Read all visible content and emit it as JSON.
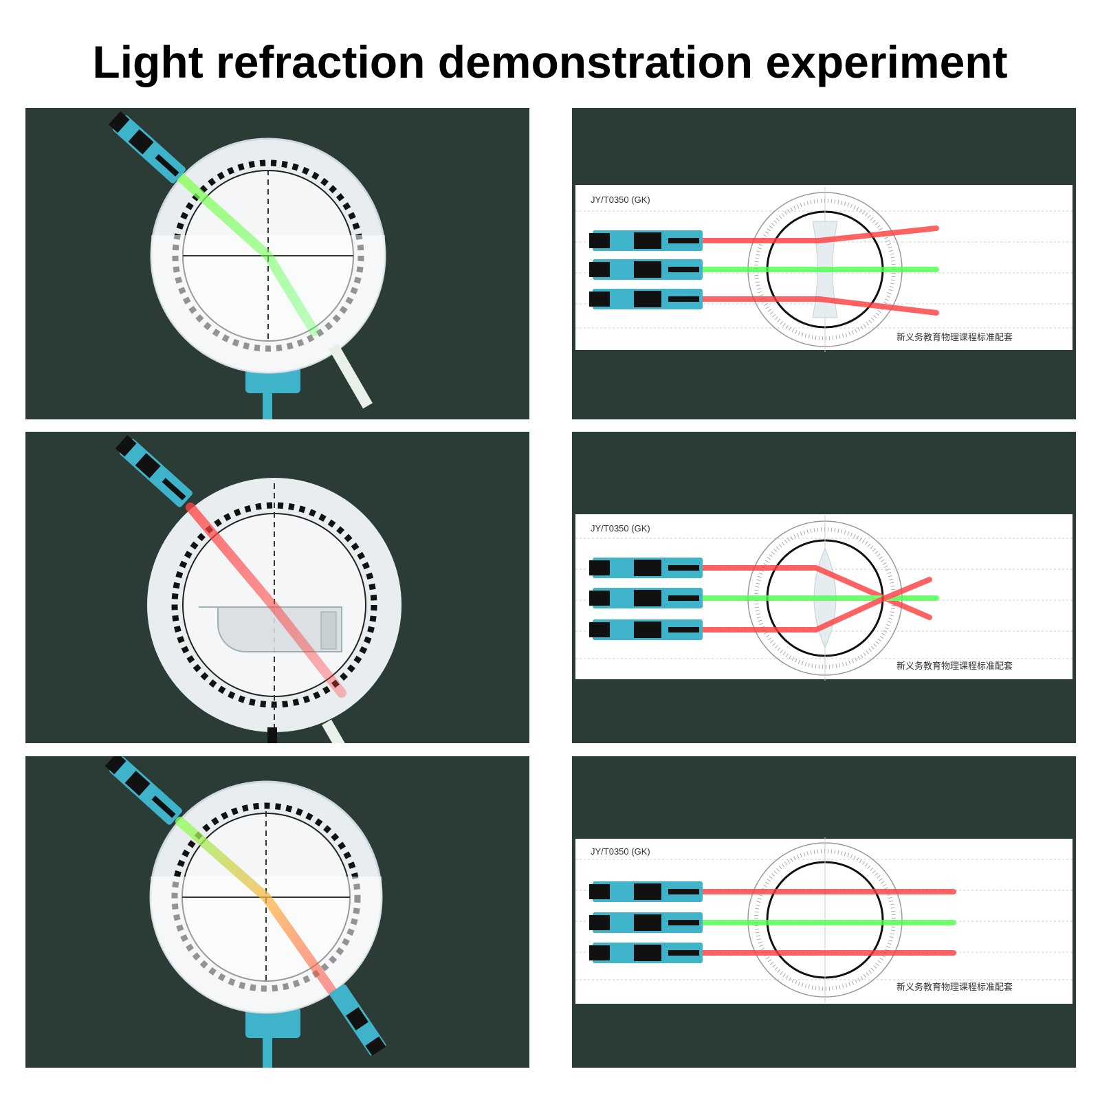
{
  "title": "Light refraction demonstration experiment",
  "colors": {
    "panel_bg": "#2b3b35",
    "laser_body": "#3fb3c9",
    "green_beam": "#4cff4c",
    "red_beam": "#ff3b3b"
  },
  "panels": [
    {
      "id": "left-1",
      "beam": "green",
      "medium": "semicircle-glass"
    },
    {
      "id": "left-2",
      "beam": "red",
      "medium": "water-tank"
    },
    {
      "id": "left-3",
      "beam": "green-red",
      "medium": "semicircle-glass"
    },
    {
      "id": "right-1",
      "lens": "concave",
      "label": "JY/T0350 (GK)",
      "caption": "新义务教育物理课程标准配套"
    },
    {
      "id": "right-2",
      "lens": "convex",
      "label": "JY/T0350 (GK)",
      "caption": "新义务教育物理课程标准配套"
    },
    {
      "id": "right-3",
      "lens": "none",
      "label": "JY/T0350 (GK)",
      "caption": "新义务教育物理课程标准配套"
    }
  ]
}
